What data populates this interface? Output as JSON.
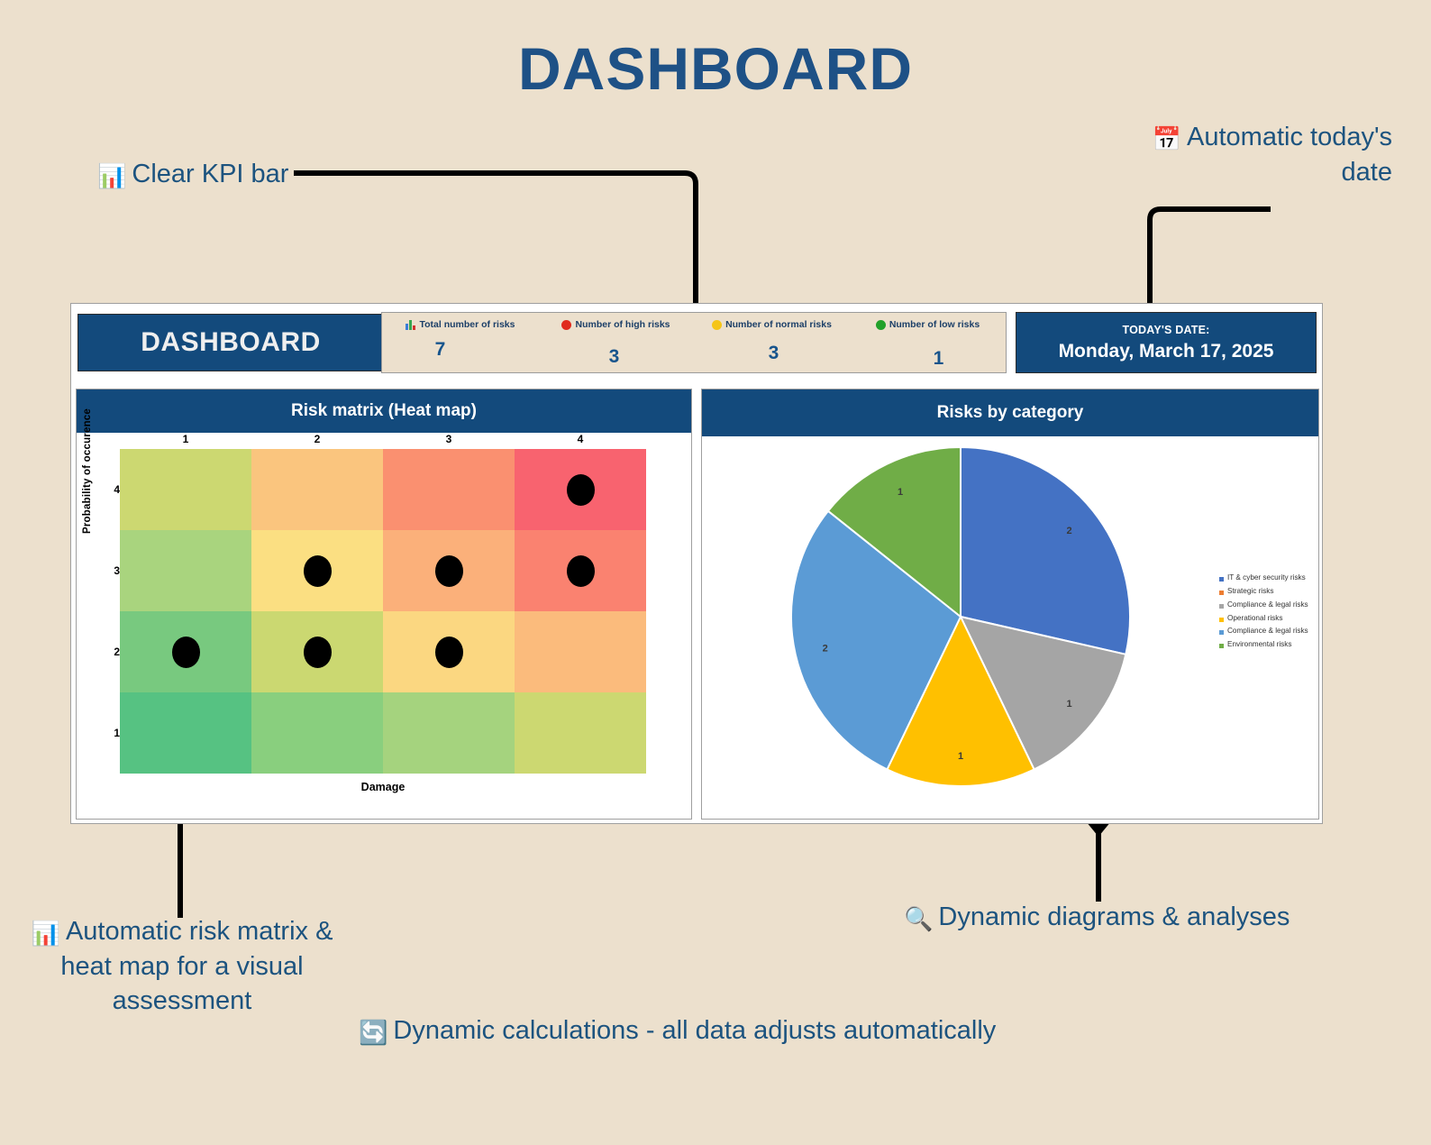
{
  "page": {
    "title": "DASHBOARD",
    "background_color": "#ece0cd",
    "accent_color": "#134a7c",
    "annotation_color": "#1c537f"
  },
  "annotations": {
    "kpi_bar": {
      "icon": "bar-chart-icon",
      "text": "Clear KPI bar"
    },
    "todays_date": {
      "icon": "calendar-icon",
      "text": "Automatic today's date"
    },
    "risk_matrix": {
      "icon": "bar-chart-icon",
      "text": "Automatic risk matrix & heat map for a visual assessment"
    },
    "diagrams": {
      "icon": "magnifier-icon",
      "text": "Dynamic diagrams & analyses"
    },
    "calculations": {
      "icon": "refresh-icon",
      "text": "Dynamic calculations - all data adjusts automatically"
    }
  },
  "dashboard": {
    "title_card": {
      "label": "DASHBOARD"
    },
    "date_card": {
      "label": "TODAY'S DATE:",
      "value": "Monday, March 17, 2025"
    },
    "kpis": [
      {
        "icon": "bar-chart-icon",
        "color": "#3b7dd8",
        "label": "Total number of risks",
        "value": "7"
      },
      {
        "icon": "red-circle-icon",
        "color": "#e02b1d",
        "label": "Number of high risks",
        "value": "3"
      },
      {
        "icon": "yellow-circle-icon",
        "color": "#f5c518",
        "label": "Number of normal risks",
        "value": "3"
      },
      {
        "icon": "green-circle-icon",
        "color": "#22a12a",
        "label": "Number of low risks",
        "value": "1"
      }
    ],
    "matrix_panel": {
      "title": "Risk matrix (Heat map)"
    },
    "pie_panel": {
      "title": "Risks by category"
    }
  },
  "chart_data": [
    {
      "type": "heatmap",
      "title": "Risk matrix (Heat map)",
      "xlabel": "Damage",
      "ylabel": "Probability of occurence",
      "x_ticks": [
        "1",
        "2",
        "3",
        "4"
      ],
      "y_ticks": [
        "4",
        "3",
        "2",
        "1"
      ],
      "grid": false,
      "cell_colors": [
        [
          "#ccd871",
          "#fac57e",
          "#fa9070",
          "#f8636f"
        ],
        [
          "#a9d47e",
          "#fbdf82",
          "#fbb07a",
          "#fa8270"
        ],
        [
          "#78c97f",
          "#cbd871",
          "#fbd781",
          "#fbbb7c"
        ],
        [
          "#56c282",
          "#89cf7e",
          "#a5d37e",
          "#ccd871"
        ]
      ],
      "markers": [
        {
          "damage": 4,
          "probability": 4
        },
        {
          "damage": 2,
          "probability": 3
        },
        {
          "damage": 3,
          "probability": 3
        },
        {
          "damage": 4,
          "probability": 3
        },
        {
          "damage": 1,
          "probability": 2
        },
        {
          "damage": 2,
          "probability": 2
        },
        {
          "damage": 3,
          "probability": 2
        }
      ],
      "marker_count": 7
    },
    {
      "type": "pie",
      "title": "Risks by category",
      "legend_position": "right",
      "categories": [
        "IT & cyber security risks",
        "Strategic risks",
        "Compliance & legal risks",
        "Operational  risks",
        "Compliance & legal risks",
        "Environmental risks"
      ],
      "legend_colors": [
        "#4472c4",
        "#ed7d31",
        "#a5a5a5",
        "#ffc000",
        "#5b9bd5",
        "#70ad47"
      ],
      "slices": [
        {
          "label": "IT & cyber security risks",
          "value": 2,
          "color": "#4472c4",
          "data_label": "2"
        },
        {
          "label": "Compliance & legal risks",
          "value": 1,
          "color": "#a5a5a5",
          "data_label": "1"
        },
        {
          "label": "Operational  risks",
          "value": 1,
          "color": "#ffc000",
          "data_label": "1"
        },
        {
          "label": "Compliance & legal risks",
          "value": 2,
          "color": "#5b9bd5",
          "data_label": "2"
        },
        {
          "label": "Environmental risks",
          "value": 1,
          "color": "#70ad47",
          "data_label": "1"
        }
      ],
      "total": 7
    }
  ]
}
